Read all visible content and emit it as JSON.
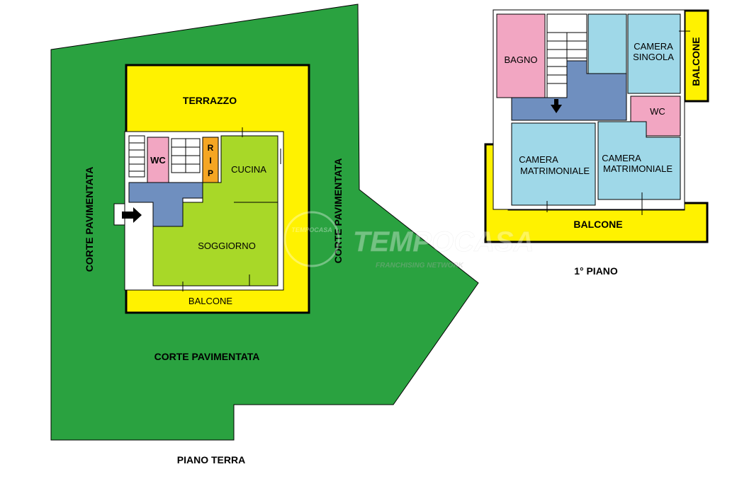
{
  "colors": {
    "courtyard": "#2aa240",
    "terrace": "#fff200",
    "living": "#a8d828",
    "hall": "#6f8fbf",
    "bathroom": "#f2a6c2",
    "bedroom": "#9fd8e8",
    "storage": "#f5a623",
    "wall": "#000000"
  },
  "ground_floor": {
    "caption": "PIANO TERRA",
    "courtyard_left": "CORTE PAVIMENTATA",
    "courtyard_right": "CORTE PAVIMENTATA",
    "courtyard_bottom": "CORTE PAVIMENTATA",
    "terrace": "TERRAZZO",
    "wc": "WC",
    "storage_r": "R",
    "storage_i": "I",
    "storage_p": "P",
    "kitchen": "CUCINA",
    "living": "SOGGIORNO",
    "balcony": "BALCONE"
  },
  "first_floor": {
    "caption": "1° PIANO",
    "bathroom": "BAGNO",
    "single_room_1": "CAMERA",
    "single_room_2": "SINGOLA",
    "balcony_side": "BALCONE",
    "wc": "WC",
    "bedroom_a_1": "CAMERA",
    "bedroom_a_2": "MATRIMONIALE",
    "bedroom_b_1": "CAMERA",
    "bedroom_b_2": "MATRIMONIALE",
    "balcony_bottom": "BALCONE"
  },
  "watermark": {
    "logo_text": "TEMPOCASA",
    "brand": "TEMPOCASA",
    "tagline": "FRANCHISING NETWORK"
  }
}
